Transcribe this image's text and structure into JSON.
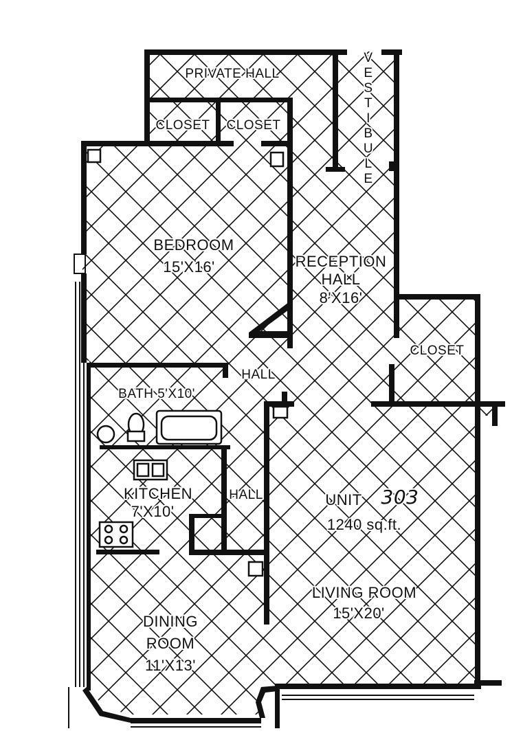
{
  "unit": {
    "prefix": "UNIT",
    "number": "303",
    "area": "1240 sq.ft."
  },
  "rooms": {
    "private_hall": "PRIVATE HALL",
    "closet_left": "CLOSET",
    "closet_right": "CLOSET",
    "vestibule": [
      "V",
      "E",
      "S",
      "T",
      "I",
      "B",
      "U",
      "L",
      "E"
    ],
    "bedroom": {
      "name": "BEDROOM",
      "size": "15'X16'"
    },
    "reception_hall": {
      "name_1": "RECEPTION",
      "name_2": "HALL",
      "size": "8'X16'"
    },
    "closet_east": "CLOSET",
    "hall_upper": "HALL",
    "bath": "BATH 5'X10'",
    "kitchen": {
      "name": "KITCHEN",
      "size": "7'X10'"
    },
    "hall_lower": "HALL",
    "living_room": {
      "name": "LIVING ROOM",
      "size": "15'X20'"
    },
    "dining_room": {
      "name_1": "DINING",
      "name_2": "ROOM",
      "size": "11'X13'"
    }
  },
  "colors": {
    "ink": "#111111",
    "paper": "#ffffff"
  }
}
